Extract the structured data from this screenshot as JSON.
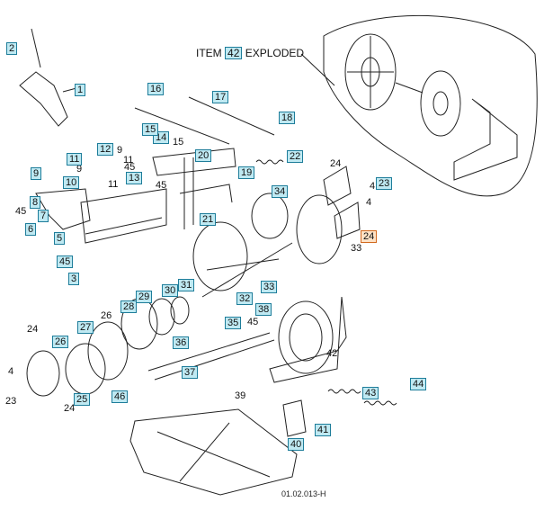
{
  "header": {
    "item_prefix": "ITEM",
    "item_number": "42",
    "item_suffix": "EXPLODED"
  },
  "drawing_code": "01.02.013-H",
  "colors": {
    "callout_fill": "#bfe9f2",
    "callout_border": "#1e7d9a",
    "highlight_fill": "#fde2c6",
    "highlight_border": "#d2691e",
    "line": "#222222"
  },
  "callouts": [
    {
      "label": "1",
      "boxed": true
    },
    {
      "label": "2",
      "boxed": true
    },
    {
      "label": "3",
      "boxed": true
    },
    {
      "label": "4",
      "boxed": false
    },
    {
      "label": "4",
      "boxed": false
    },
    {
      "label": "4",
      "boxed": false
    },
    {
      "label": "5",
      "boxed": true
    },
    {
      "label": "6",
      "boxed": true
    },
    {
      "label": "7",
      "boxed": true
    },
    {
      "label": "8",
      "boxed": true
    },
    {
      "label": "9",
      "boxed": true
    },
    {
      "label": "9",
      "boxed": false
    },
    {
      "label": "9",
      "boxed": false
    },
    {
      "label": "10",
      "boxed": true
    },
    {
      "label": "11",
      "boxed": true
    },
    {
      "label": "11",
      "boxed": false
    },
    {
      "label": "11",
      "boxed": false
    },
    {
      "label": "12",
      "boxed": true
    },
    {
      "label": "13",
      "boxed": true
    },
    {
      "label": "14",
      "boxed": true
    },
    {
      "label": "15",
      "boxed": true
    },
    {
      "label": "15",
      "boxed": false
    },
    {
      "label": "16",
      "boxed": true
    },
    {
      "label": "17",
      "boxed": true
    },
    {
      "label": "18",
      "boxed": true
    },
    {
      "label": "19",
      "boxed": true
    },
    {
      "label": "20",
      "boxed": true
    },
    {
      "label": "21",
      "boxed": true
    },
    {
      "label": "22",
      "boxed": true
    },
    {
      "label": "23",
      "boxed": true
    },
    {
      "label": "23",
      "boxed": false
    },
    {
      "label": "24",
      "boxed": false
    },
    {
      "label": "24",
      "boxed": true,
      "highlight": true
    },
    {
      "label": "24",
      "boxed": false
    },
    {
      "label": "24",
      "boxed": false
    },
    {
      "label": "25",
      "boxed": true
    },
    {
      "label": "26",
      "boxed": true
    },
    {
      "label": "26",
      "boxed": false
    },
    {
      "label": "27",
      "boxed": true
    },
    {
      "label": "28",
      "boxed": true
    },
    {
      "label": "29",
      "boxed": true
    },
    {
      "label": "30",
      "boxed": true
    },
    {
      "label": "31",
      "boxed": true
    },
    {
      "label": "32",
      "boxed": true
    },
    {
      "label": "33",
      "boxed": true
    },
    {
      "label": "33",
      "boxed": false
    },
    {
      "label": "34",
      "boxed": true
    },
    {
      "label": "35",
      "boxed": true
    },
    {
      "label": "36",
      "boxed": true
    },
    {
      "label": "37",
      "boxed": true
    },
    {
      "label": "38",
      "boxed": true
    },
    {
      "label": "39",
      "boxed": false
    },
    {
      "label": "40",
      "boxed": true
    },
    {
      "label": "41",
      "boxed": true
    },
    {
      "label": "42",
      "boxed": false
    },
    {
      "label": "43",
      "boxed": true
    },
    {
      "label": "44",
      "boxed": true
    },
    {
      "label": "45",
      "boxed": true
    },
    {
      "label": "45",
      "boxed": false
    },
    {
      "label": "45",
      "boxed": false
    },
    {
      "label": "45",
      "boxed": false
    },
    {
      "label": "45",
      "boxed": false
    },
    {
      "label": "46",
      "boxed": true
    }
  ]
}
